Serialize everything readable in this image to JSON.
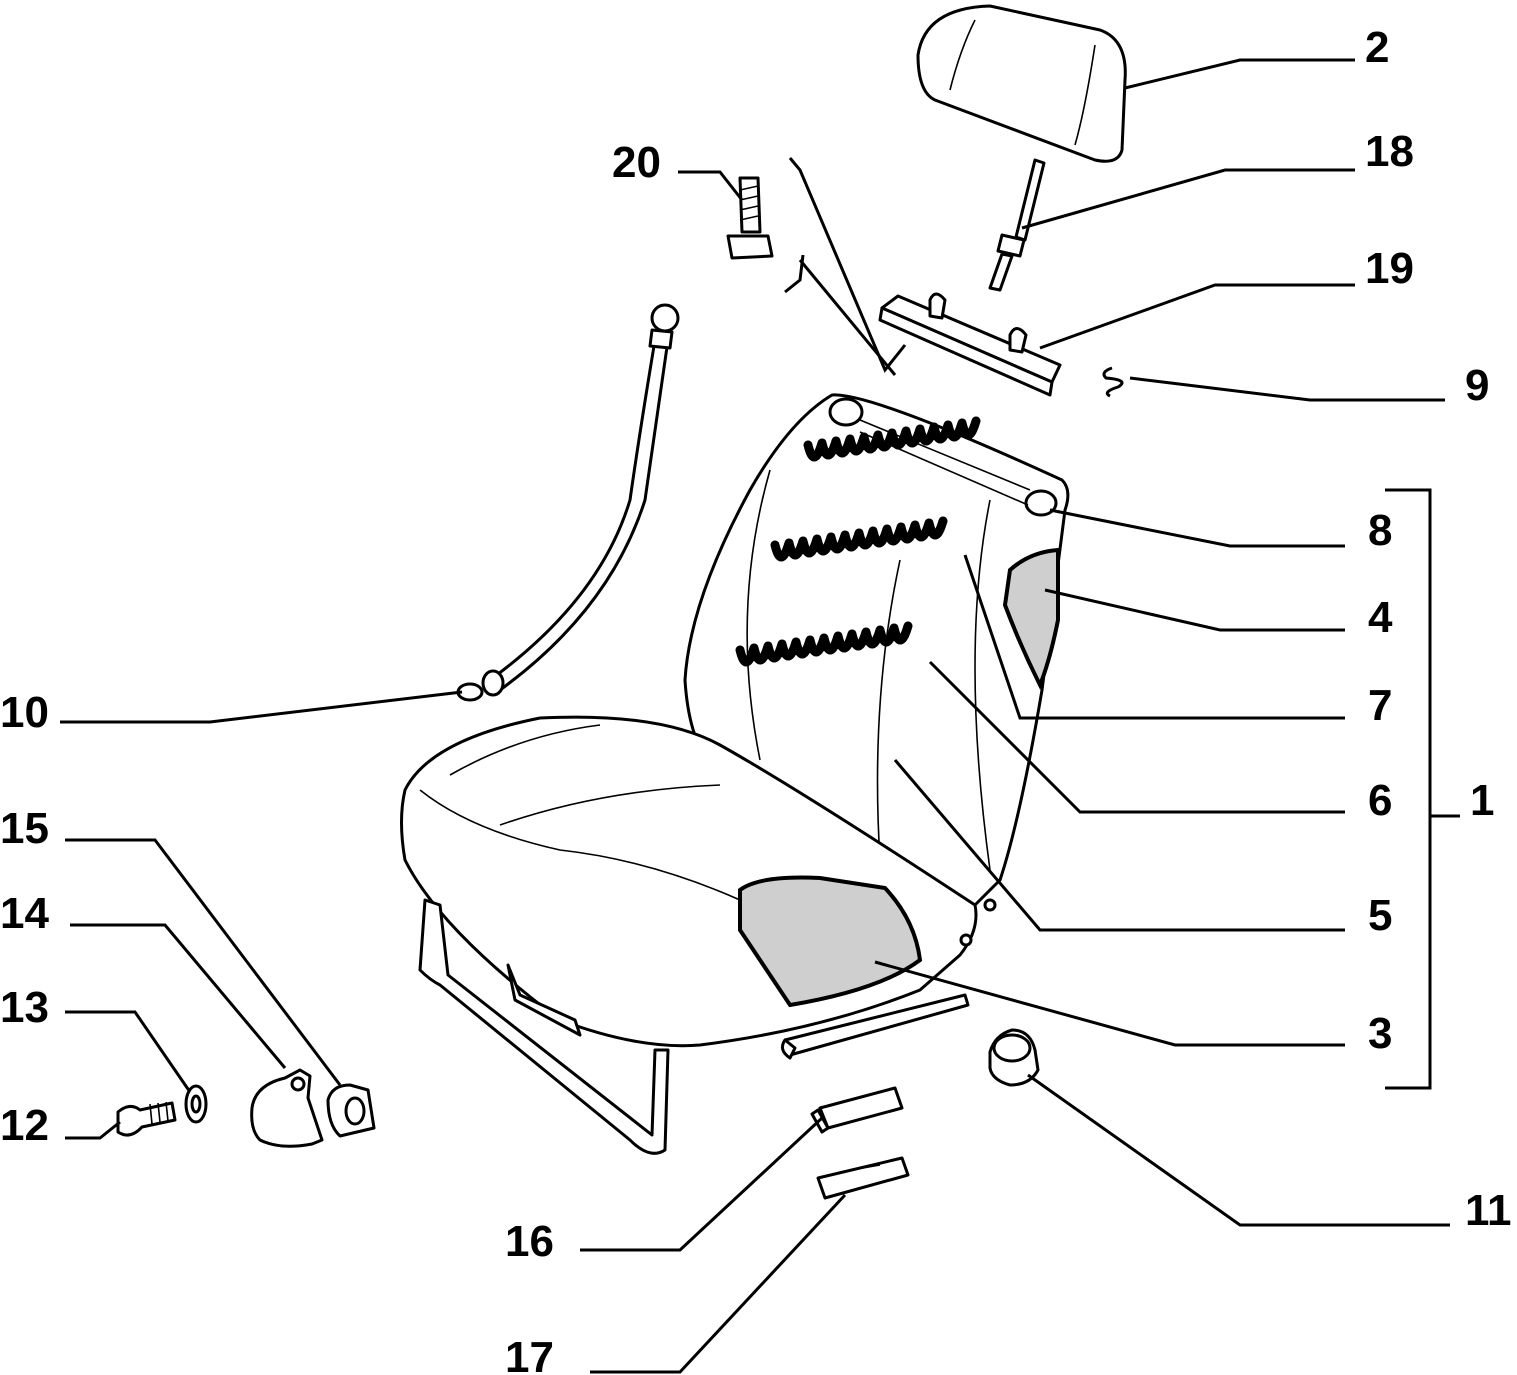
{
  "callouts": [
    {
      "id": "c1",
      "label": "1"
    },
    {
      "id": "c2",
      "label": "2"
    },
    {
      "id": "c3",
      "label": "3"
    },
    {
      "id": "c4",
      "label": "4"
    },
    {
      "id": "c5",
      "label": "5"
    },
    {
      "id": "c6",
      "label": "6"
    },
    {
      "id": "c7",
      "label": "7"
    },
    {
      "id": "c8",
      "label": "8"
    },
    {
      "id": "c9",
      "label": "9"
    },
    {
      "id": "c10",
      "label": "10"
    },
    {
      "id": "c11",
      "label": "11"
    },
    {
      "id": "c12",
      "label": "12"
    },
    {
      "id": "c13",
      "label": "13"
    },
    {
      "id": "c14",
      "label": "14"
    },
    {
      "id": "c15",
      "label": "15"
    },
    {
      "id": "c16",
      "label": "16"
    },
    {
      "id": "c17",
      "label": "17"
    },
    {
      "id": "c18",
      "label": "18"
    },
    {
      "id": "c19",
      "label": "19"
    },
    {
      "id": "c20",
      "label": "20"
    }
  ]
}
